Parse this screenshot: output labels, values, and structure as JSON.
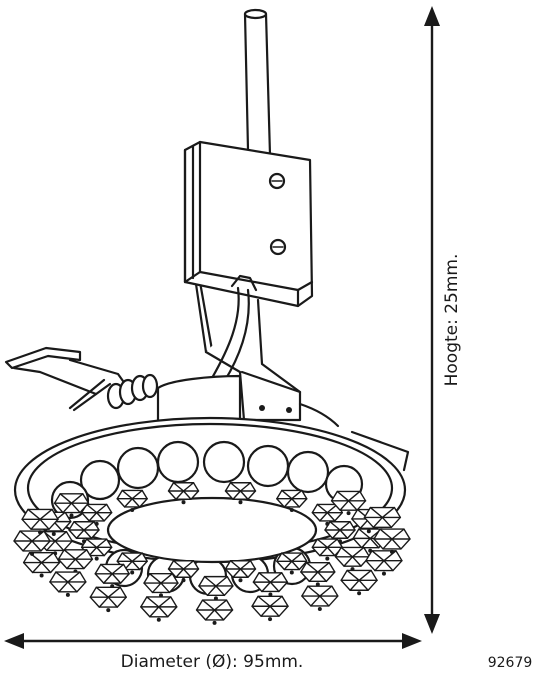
{
  "labels": {
    "height": "Hoogte: 25mm.",
    "diameter": "Diameter (Ø): 95mm.",
    "article_number": "92679"
  },
  "colors": {
    "line": "#1a1a1a",
    "background": "#ffffff"
  },
  "icons": {
    "height_arrow": "double-headed-vertical-arrow",
    "diameter_arrow": "double-headed-horizontal-arrow"
  }
}
